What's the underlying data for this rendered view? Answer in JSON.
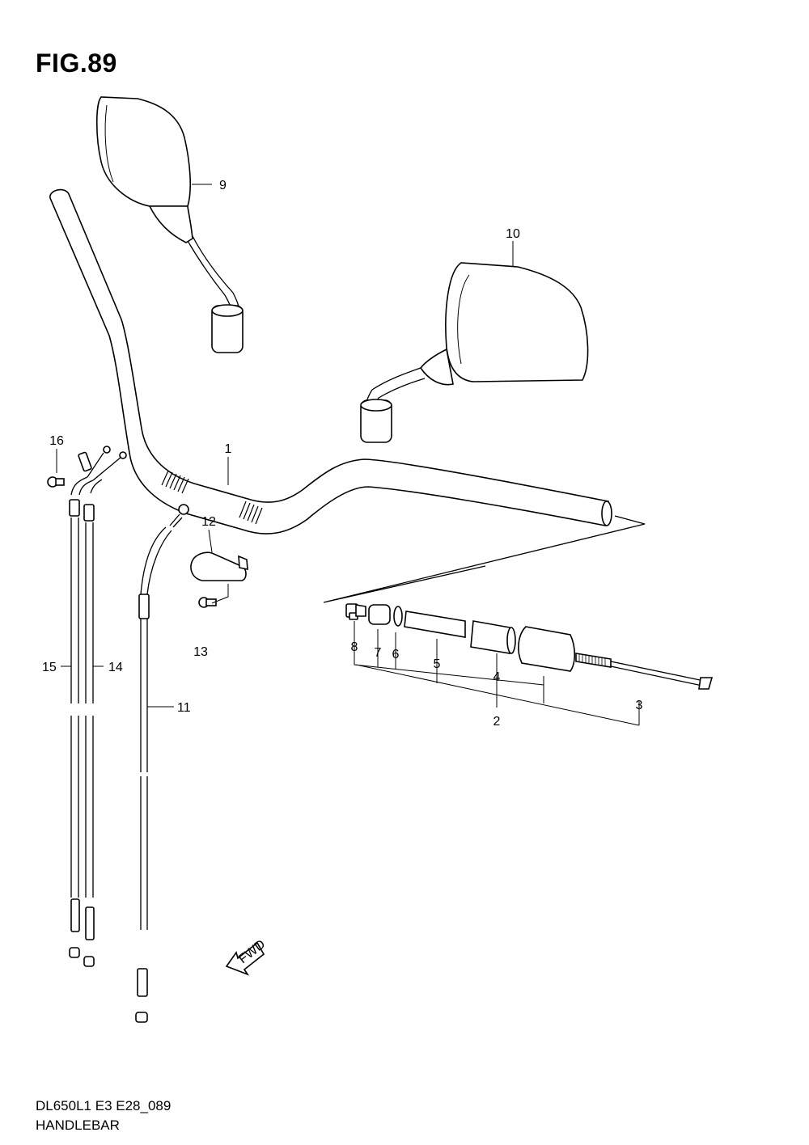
{
  "figure_title": "FIG.89",
  "callouts": {
    "c1": "1",
    "c2": "2",
    "c3": "3",
    "c4": "4",
    "c5": "5",
    "c6": "6",
    "c7": "7",
    "c8": "8",
    "c9": "9",
    "c10": "10",
    "c11": "11",
    "c12": "12",
    "c13": "13",
    "c14": "14",
    "c15": "15",
    "c16": "16"
  },
  "fwd_label": "FWD",
  "footer": {
    "model_code": "DL650L1 E3 E28_089",
    "section_name": "HANDLEBAR"
  }
}
